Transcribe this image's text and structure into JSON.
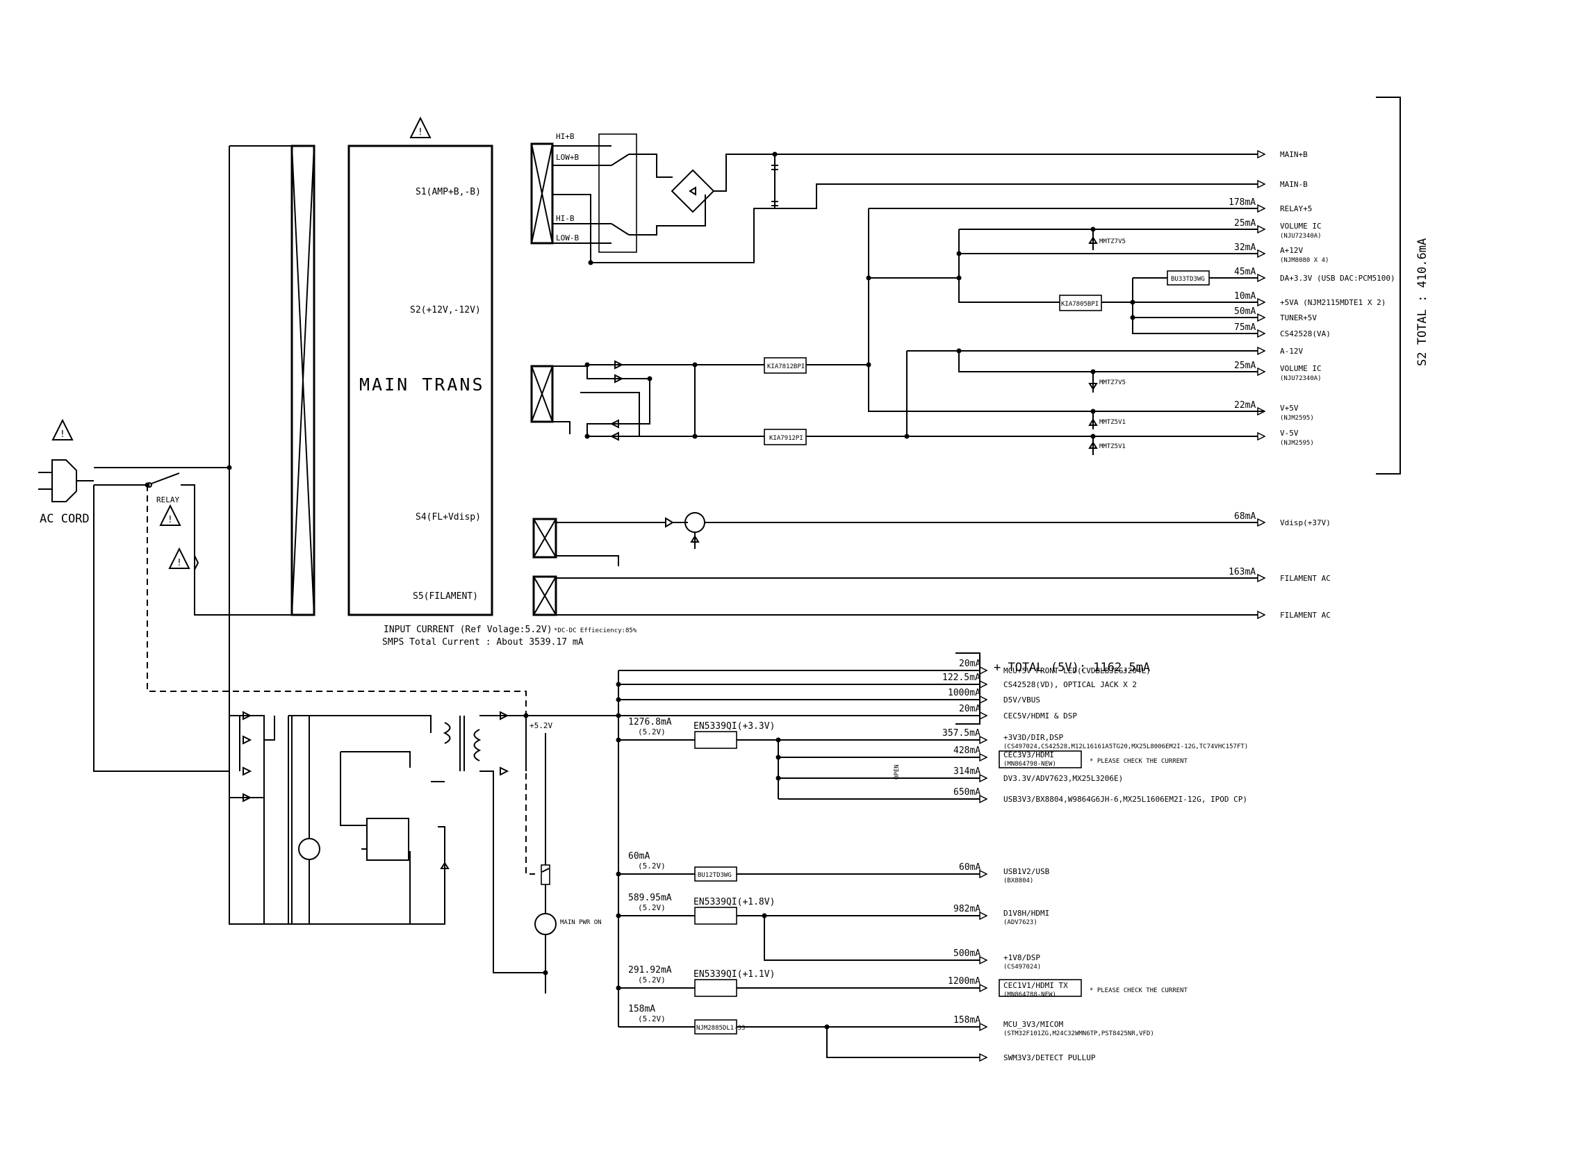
{
  "labels": {
    "ac_cord": "AC CORD",
    "relay": "RELAY",
    "main_trans": "MAIN TRANS",
    "s1": "S1(AMP+B,-B)",
    "s2": "S2(+12V,-12V)",
    "s4": "S4(FL+Vdisp)",
    "s5": "S5(FILAMENT)",
    "hi_b_top": "HI+B",
    "low_b_top": "LOW+B",
    "hi_b_bot": "HI-B",
    "low_b_bot": "LOW-B",
    "input_current": "INPUT CURRENT (Ref Volage:5.2V)",
    "efficiency": "*DC-DC Effieciency:85%",
    "smps_total": "SMPS Total Current : About 3539.17 mA",
    "s2_total": "S2 TOTAL : 410.6mA",
    "total_5v": "+ TOTAL (5V): 1162.5mA",
    "plus_5v2": "+5.2V",
    "main_pwr_on": "MAIN PWR ON",
    "open": "OPEN",
    "kia7812": "KIA7812BPI",
    "kia7912": "KIA7912PI",
    "kia7805": "KIA7805BPI",
    "bu33": "BU33TD3WG",
    "bu12": "BU12TD3WG",
    "njm": "NJM2885DL1-33",
    "zener_7v5_a": "MMTZ7V5",
    "zener_7v5_b": "MMTZ7V5",
    "zener_5v1_a": "MMTZ5V1",
    "zener_5v1_b": "MMTZ5V1"
  },
  "upper_outputs": [
    {
      "current": "",
      "name": "MAIN+B",
      "sub": ""
    },
    {
      "current": "",
      "name": "MAIN-B",
      "sub": ""
    },
    {
      "current": "178mA",
      "name": "RELAY+5",
      "sub": ""
    },
    {
      "current": "25mA",
      "name": "VOLUME IC",
      "sub": "(NJU72340A)"
    },
    {
      "current": "32mA",
      "name": "A+12V",
      "sub": "(NJM8080 X 4)"
    },
    {
      "current": "45mA",
      "name": "DA+3.3V (USB DAC:PCM5100)",
      "sub": ""
    },
    {
      "current": "10mA",
      "name": "+5VA (NJM2115MDTE1 X 2)",
      "sub": ""
    },
    {
      "current": "50mA",
      "name": "TUNER+5V",
      "sub": ""
    },
    {
      "current": "75mA",
      "name": "CS42528(VA)",
      "sub": ""
    },
    {
      "current": "",
      "name": "A-12V",
      "sub": ""
    },
    {
      "current": "25mA",
      "name": "VOLUME IC",
      "sub": "(NJU72340A)"
    },
    {
      "current": "22mA",
      "name": "V+5V",
      "sub": "(NJM2595)"
    },
    {
      "current": "",
      "name": "V-5V",
      "sub": "(NJM2595)"
    },
    {
      "current": "68mA",
      "name": "Vdisp(+37V)",
      "sub": ""
    },
    {
      "current": "163mA",
      "name": "FILAMENT AC",
      "sub": ""
    },
    {
      "current": "",
      "name": "FILAMENT AC",
      "sub": ""
    }
  ],
  "lower_outputs": [
    {
      "current": "20mA",
      "name": "MCU+5V FRONT LED(CVDBLBJEGJ204L)",
      "sub": ""
    },
    {
      "current": "122.5mA",
      "name": "CS42528(VD), OPTICAL JACK X 2",
      "sub": ""
    },
    {
      "current": "1000mA",
      "name": "D5V/VBUS",
      "sub": ""
    },
    {
      "current": "20mA",
      "name": "CEC5V/HDMI & DSP",
      "sub": ""
    },
    {
      "current": "357.5mA",
      "name": "+3V3D/DIR,DSP",
      "sub": "(CS497024,CS42528,M12L16161A5TG20,MX25L8006EM2I-12G,TC74VHC157FT)"
    },
    {
      "current": "428mA",
      "name": "CEC3V3/HDMI",
      "sub": "(MN864798-NEW)"
    },
    {
      "current": "314mA",
      "name": "DV3.3V/ADV7623,MX25L3206E)",
      "sub": ""
    },
    {
      "current": "650mA",
      "name": "USB3V3/BX8804,W9864G6JH-6,MX25L1606EM2I-12G, IPOD CP)",
      "sub": ""
    },
    {
      "current": "60mA",
      "name": "USB1V2/USB",
      "sub": "(BX8804)"
    },
    {
      "current": "982mA",
      "name": "D1V8H/HDMI",
      "sub": "(ADV7623)"
    },
    {
      "current": "500mA",
      "name": "+1V8/DSP",
      "sub": "(CS497024)"
    },
    {
      "current": "1200mA",
      "name": "CEC1V1/HDMI TX",
      "sub": "(MN864788-NEW)"
    },
    {
      "current": "158mA",
      "name": "MCU_3V3/MICOM",
      "sub": "(STM32F101ZG,M24C32WMN6TP,PST8425NR,VFD)"
    },
    {
      "current": "",
      "name": "SWM3V3/DETECT PULLUP",
      "sub": ""
    }
  ],
  "converters": [
    {
      "in_current": "1276.8mA",
      "in_volt": "(5.2V)",
      "name": "EN5339QI(+3.3V)"
    },
    {
      "in_current": "60mA",
      "in_volt": "(5.2V)",
      "name": ""
    },
    {
      "in_current": "589.95mA",
      "in_volt": "(5.2V)",
      "name": "EN5339QI(+1.8V)"
    },
    {
      "in_current": "291.92mA",
      "in_volt": "(5.2V)",
      "name": "EN5339QI(+1.1V)"
    },
    {
      "in_current": "158mA",
      "in_volt": "(5.2V)",
      "name": ""
    }
  ],
  "notes": {
    "check1": "* PLEASE CHECK THE CURRENT",
    "check2": "* PLEASE CHECK THE CURRENT"
  }
}
